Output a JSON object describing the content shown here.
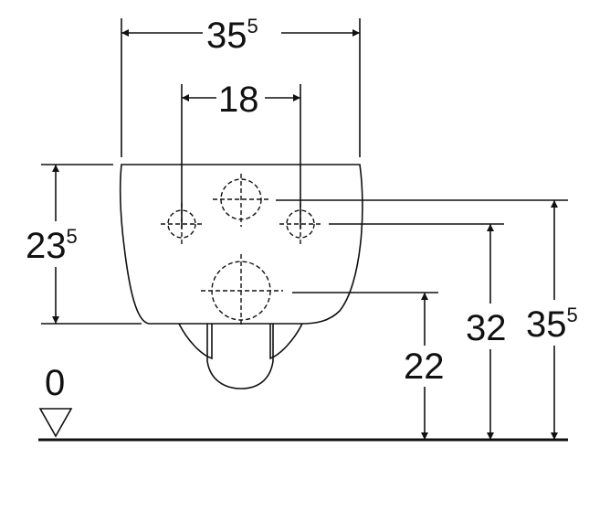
{
  "dimensions": {
    "overall_width": {
      "main": "35",
      "sup": "5"
    },
    "bolt_spacing": {
      "main": "18"
    },
    "bowl_height": {
      "main": "23",
      "sup": "5"
    },
    "outlet_height": {
      "main": "22"
    },
    "inlet_height": {
      "main": "32"
    },
    "top_height": {
      "main": "35",
      "sup": "5"
    }
  },
  "floor_level": {
    "label": "0"
  },
  "colors": {
    "line": "#111111",
    "background": "#ffffff"
  }
}
